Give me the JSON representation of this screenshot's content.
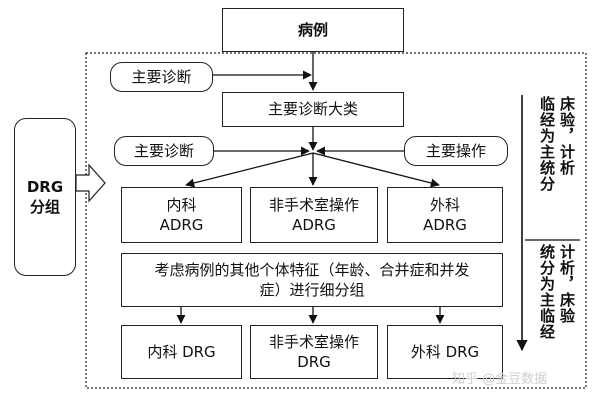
{
  "nodes": {
    "case": "病例",
    "main_diag_left_top": "主要诊断",
    "main_diag_category": "主要诊断大类",
    "main_diag_left": "主要诊断",
    "main_procedure": "主要操作",
    "drg_group_line1": "DRG",
    "drg_group_line2": "分组",
    "internal_adrg_line1": "内科",
    "internal_adrg_line2": "ADRG",
    "nonsurg_adrg_line1": "非手术室操作",
    "nonsurg_adrg_line2": "ADRG",
    "surgery_adrg_line1": "外科",
    "surgery_adrg_line2": "ADRG",
    "refine_line1": "考虑病例的其他个体特征（年龄、合并症和并发",
    "refine_line2": "症）进行细分组",
    "internal_drg": "内科 DRG",
    "nonsurg_drg_line1": "非手术室操作",
    "nonsurg_drg_line2": "DRG",
    "surgery_drg": "外科 DRG"
  },
  "side_text": {
    "upper_left_col": "临经为主统分",
    "upper_right_col": "床验，计析",
    "lower_left_col": "统分为主临经",
    "lower_right_col": "计析，床验"
  },
  "watermark": "知乎 @金豆数据"
}
